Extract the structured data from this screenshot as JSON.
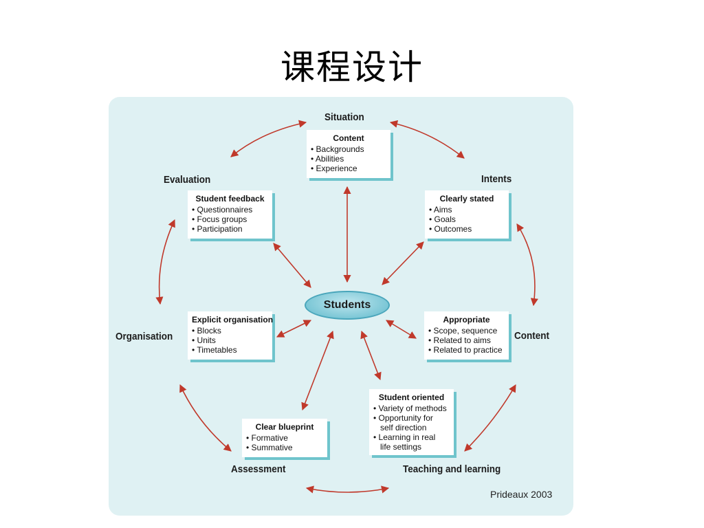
{
  "title": "课程设计",
  "center": "Students",
  "outer_labels": {
    "situation": "Situation",
    "intents": "Intents",
    "content": "Content",
    "teaching": "Teaching and learning",
    "assessment": "Assessment",
    "organisation": "Organisation",
    "evaluation": "Evaluation"
  },
  "cards": {
    "situation": {
      "heading": "Content",
      "items": [
        "Backgrounds",
        "Abilities",
        "Experience"
      ]
    },
    "intents": {
      "heading": "Clearly stated",
      "items": [
        "Aims",
        "Goals",
        "Outcomes"
      ]
    },
    "content": {
      "heading": "Appropriate",
      "items": [
        "Scope, sequence",
        "Related to aims",
        "Related to practice"
      ]
    },
    "teaching": {
      "heading": "Student oriented",
      "items": [
        "Variety of methods",
        "Opportunity for",
        "self direction",
        "Learning in real",
        "life settings"
      ]
    },
    "assessment": {
      "heading": "Clear blueprint",
      "items": [
        "Formative",
        "Summative"
      ]
    },
    "organisation": {
      "heading": "Explicit organisation",
      "items": [
        "Blocks",
        "Units",
        "Timetables"
      ]
    },
    "evaluation": {
      "heading": "Student feedback",
      "items": [
        "Questionnaires",
        "Focus groups",
        "Participation"
      ]
    }
  },
  "credit": "Prideaux  2003",
  "colors": {
    "panel": "#dff1f3",
    "arrow": "#c0392b",
    "card_shadow": "#6fc4cc",
    "hub": "#7cc7d6"
  }
}
